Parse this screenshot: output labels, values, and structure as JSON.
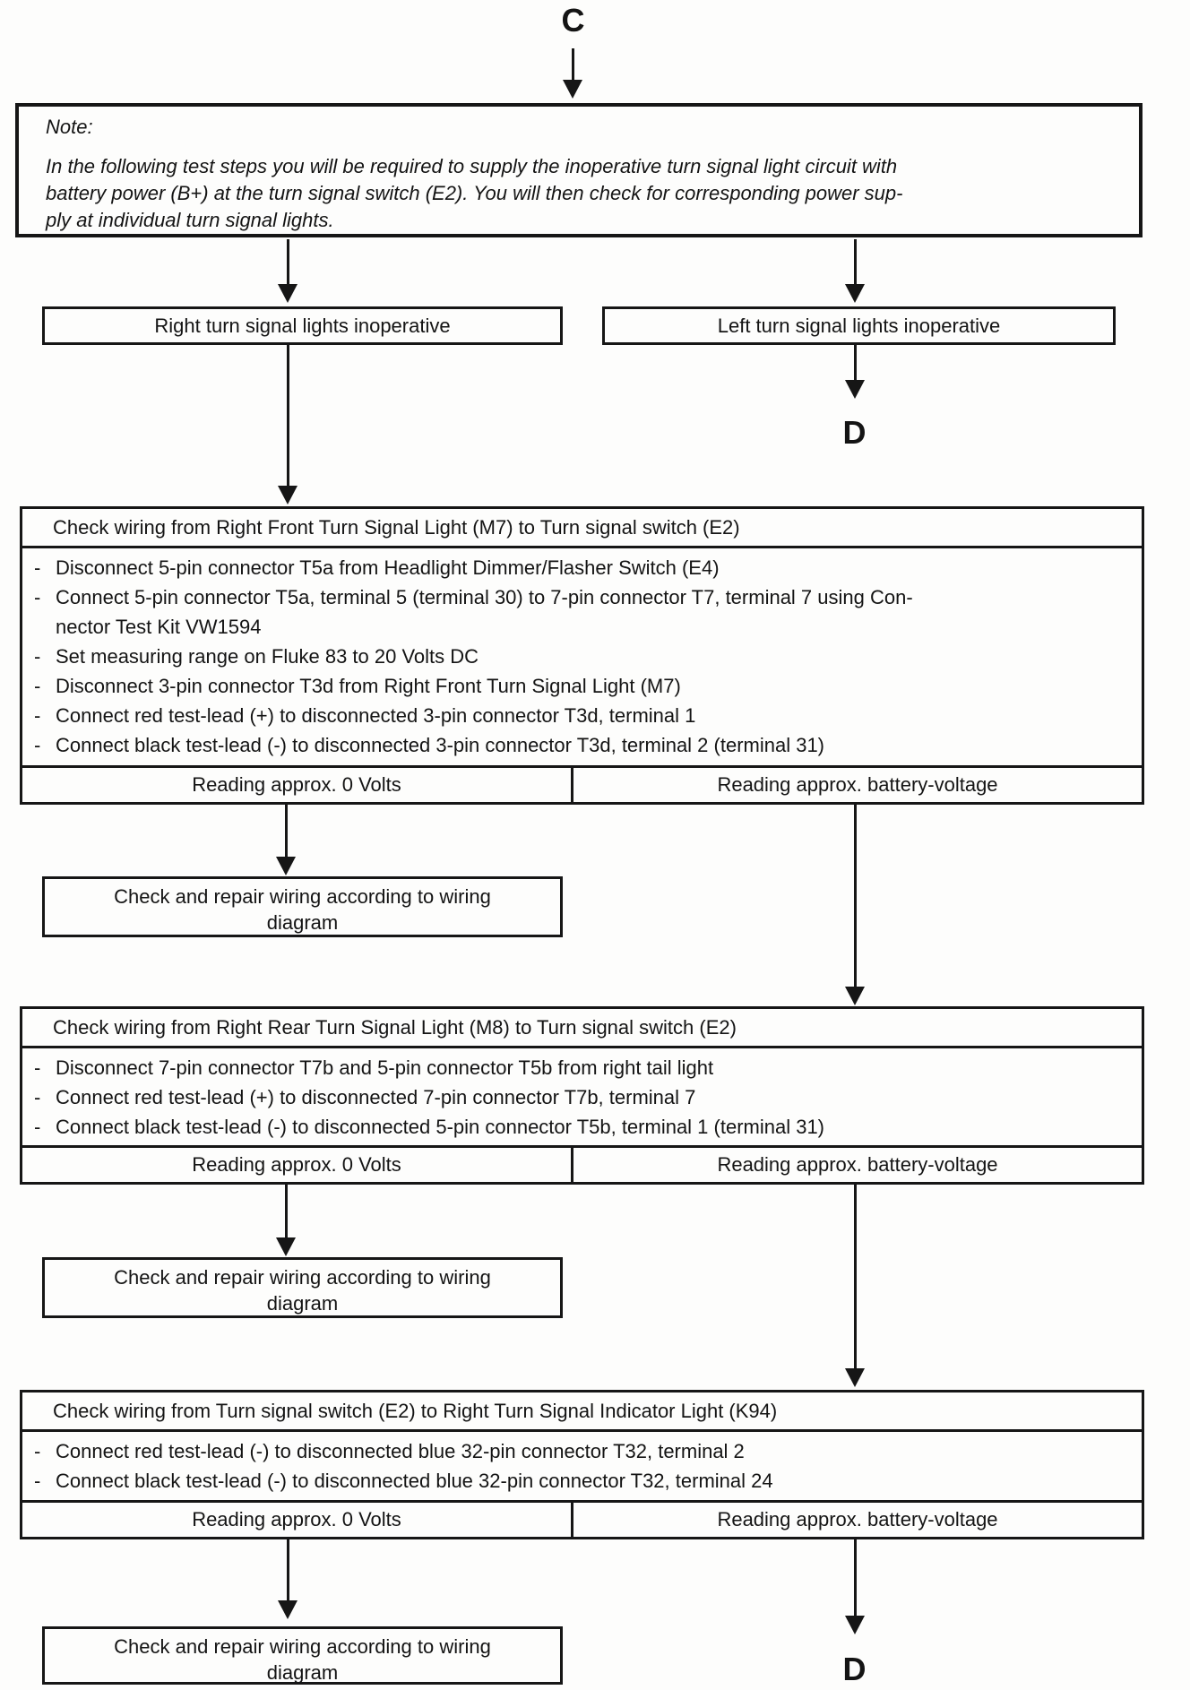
{
  "connectors": {
    "top": "C",
    "right_branch": "D",
    "bottom": "D"
  },
  "note": {
    "label": "Note:",
    "lines": [
      "In the following test steps you will be required to supply the inoperative turn signal light circuit with",
      "battery power (B+) at the turn signal switch (E2). You will then check for corresponding power sup-",
      "ply at individual turn signal lights."
    ]
  },
  "branches": {
    "left": "Right turn signal lights inoperative",
    "right": "Left turn signal lights inoperative"
  },
  "repair_action": {
    "line1": "Check and repair wiring according to wiring",
    "line2": "diagram"
  },
  "steps": [
    {
      "title": "Check wiring from Right Front Turn Signal Light (M7) to Turn signal switch (E2)",
      "bullets": [
        {
          "marker": "-",
          "text": "Disconnect 5-pin connector T5a from Headlight Dimmer/Flasher Switch (E4)"
        },
        {
          "marker": "-",
          "text": "Connect 5-pin connector T5a, terminal 5 (terminal 30) to 7-pin connector T7, terminal 7 using Con-"
        },
        {
          "marker": "",
          "text": "nector Test Kit VW1594"
        },
        {
          "marker": "-",
          "text": "Set measuring range on Fluke 83 to 20 Volts DC"
        },
        {
          "marker": "-",
          "text": "Disconnect 3-pin connector T3d from Right Front Turn Signal Light (M7)"
        },
        {
          "marker": "-",
          "text": "Connect red test-lead (+) to disconnected 3-pin connector T3d, terminal 1"
        },
        {
          "marker": "-",
          "text": "Connect black test-lead (-) to disconnected 3-pin connector T3d, terminal 2 (terminal 31)"
        }
      ],
      "result_left": "Reading approx. 0 Volts",
      "result_right": "Reading approx. battery-voltage"
    },
    {
      "title": "Check wiring from Right Rear Turn Signal Light (M8) to Turn signal switch (E2)",
      "bullets": [
        {
          "marker": "-",
          "text": "Disconnect 7-pin connector T7b and 5-pin connector T5b from right tail light"
        },
        {
          "marker": "-",
          "text": "Connect red test-lead (+) to disconnected 7-pin connector T7b, terminal 7"
        },
        {
          "marker": "-",
          "text": "Connect black test-lead (-) to disconnected 5-pin connector T5b, terminal 1 (terminal 31)"
        }
      ],
      "result_left": "Reading approx. 0 Volts",
      "result_right": "Reading approx. battery-voltage"
    },
    {
      "title": "Check wiring from Turn signal switch (E2) to Right Turn Signal Indicator Light (K94)",
      "bullets": [
        {
          "marker": "-",
          "text": "Connect red test-lead (-) to disconnected blue 32-pin connector T32, terminal 2"
        },
        {
          "marker": "-",
          "text": "Connect black test-lead (-) to disconnected blue 32-pin connector T32, terminal 24"
        }
      ],
      "result_left": "Reading approx. 0 Volts",
      "result_right": "Reading approx. battery-voltage"
    }
  ]
}
